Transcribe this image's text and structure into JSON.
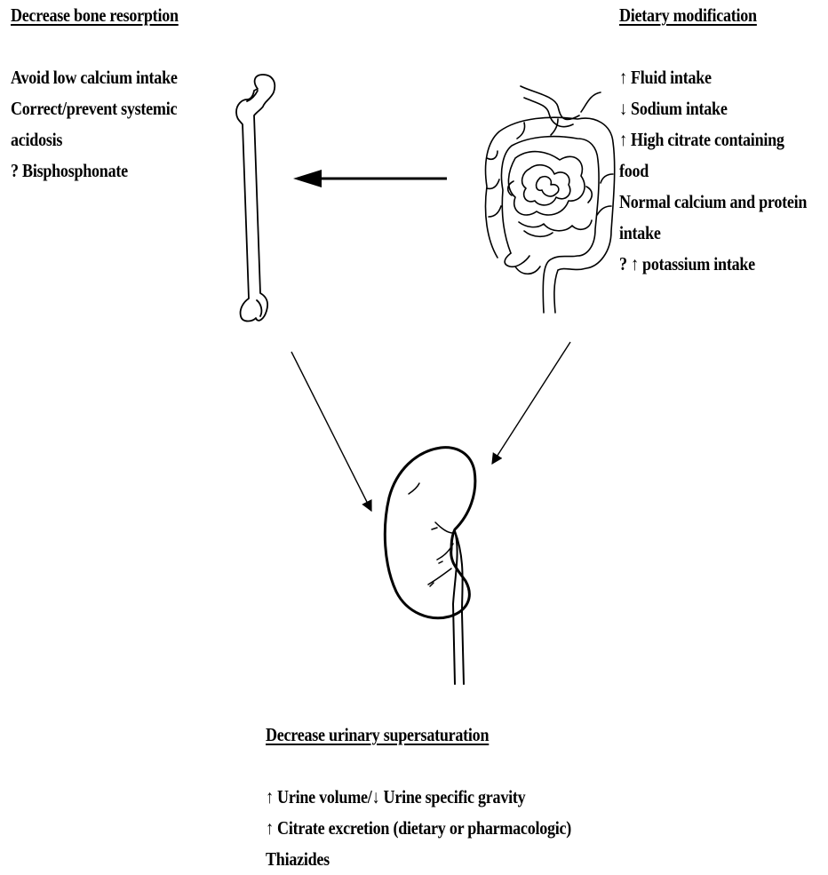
{
  "bone": {
    "heading": "Decrease bone resorption",
    "lines": [
      "Avoid low calcium intake",
      "Correct/prevent systemic",
      "acidosis",
      "? Bisphosphonate"
    ]
  },
  "diet": {
    "heading": "Dietary modification",
    "lines": [
      "↑ Fluid intake",
      "↓ Sodium intake",
      "↑ High citrate containing",
      "food",
      "Normal calcium and protein",
      "intake",
      "? ↑ potassium intake"
    ]
  },
  "urine": {
    "heading": "Decrease urinary supersaturation",
    "lines": [
      "↑ Urine volume/↓ Urine specific gravity",
      "↑ Citrate excretion (dietary or pharmacologic)",
      "Thiazides"
    ]
  },
  "icons": {
    "bone": "femur-bone-icon",
    "intestine": "intestines-icon",
    "kidney": "kidney-icon"
  }
}
